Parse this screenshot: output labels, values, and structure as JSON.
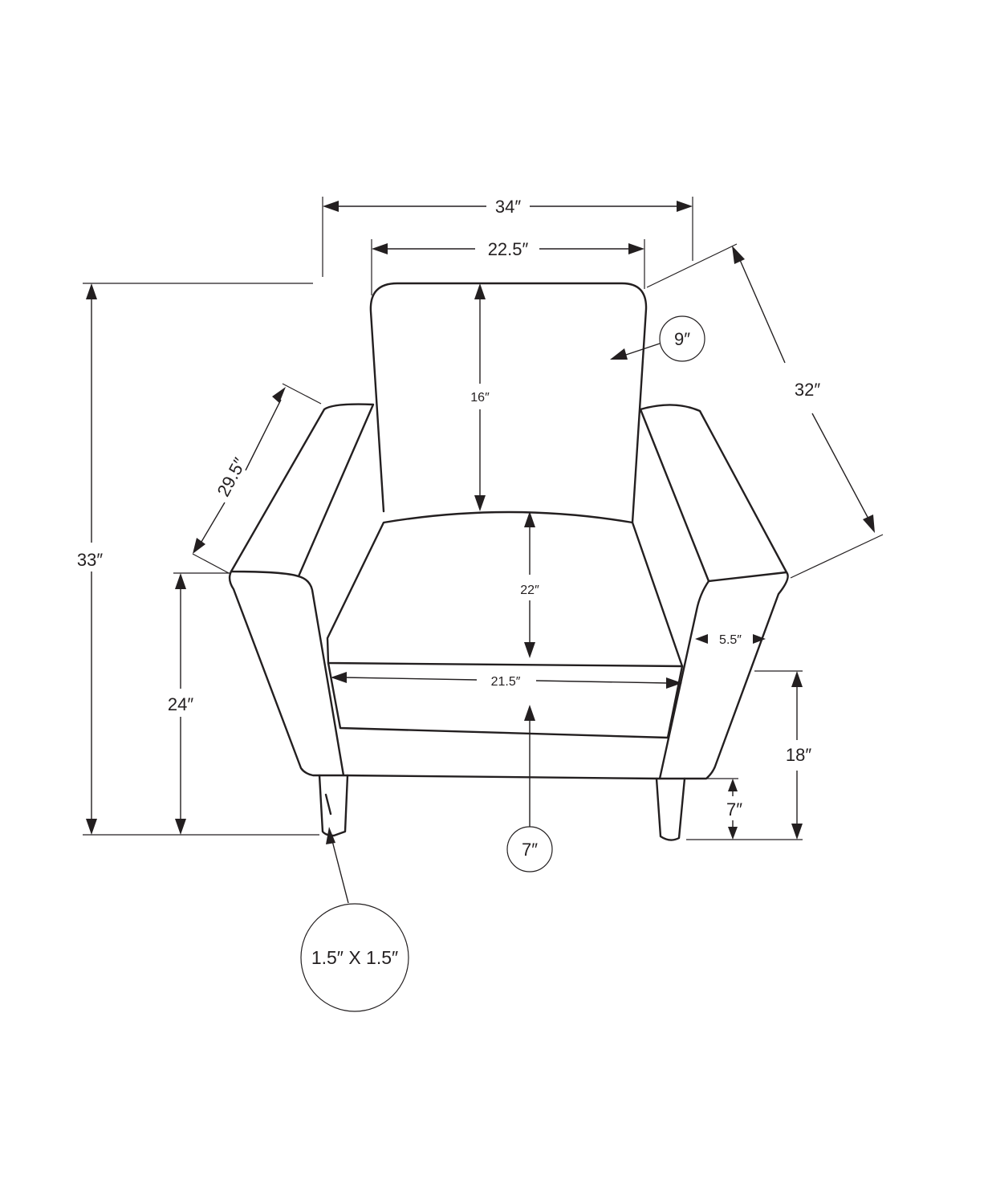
{
  "dimensions": {
    "overall_width": "34″",
    "back_width": "22.5″",
    "overall_depth": "32″",
    "back_thickness": "9″",
    "arm_length": "29.5″",
    "back_height": "16″",
    "overall_height": "33″",
    "seat_depth": "22″",
    "arm_height": "24″",
    "arm_width": "5.5″",
    "seat_width": "21.5″",
    "seat_height": "18″",
    "leg_height": "7″",
    "seat_cushion_thickness": "7″",
    "leg_size": "1.5″ X 1.5″"
  }
}
